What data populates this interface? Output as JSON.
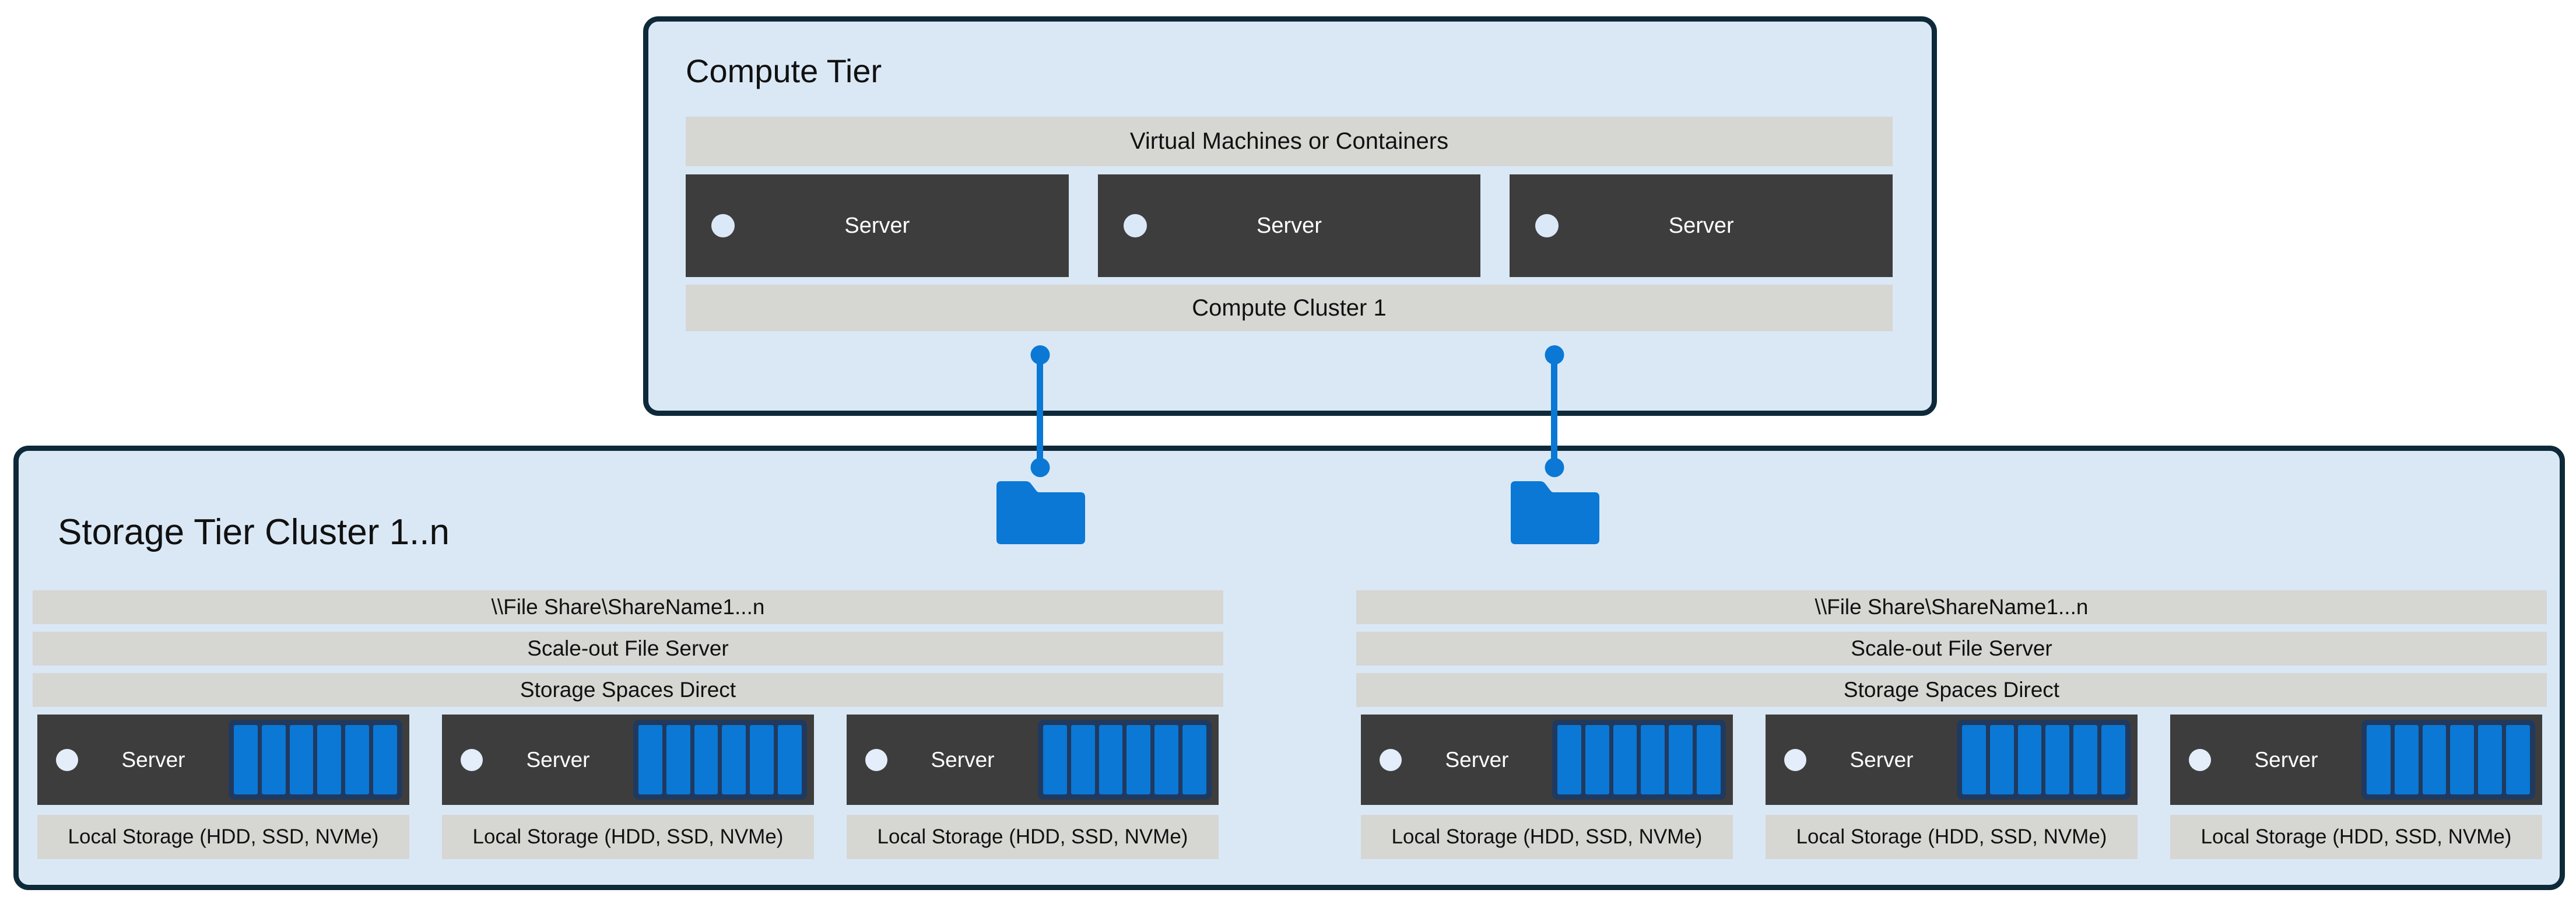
{
  "colors": {
    "canvas_bg": "#ffffff",
    "tier_fill": "#dae8f6",
    "tier_border": "#0e2a3a",
    "gray_bar_fill": "#d6d6d3",
    "server_fill": "#3d3d3d",
    "accent_blue": "#0a78d4",
    "disk_frame_navy": "#20395f",
    "node_dot": "#dbe8f7"
  },
  "compute": {
    "title": "Compute Tier",
    "vm_bar": "Virtual Machines or Containers",
    "cluster_bar": "Compute Cluster 1",
    "servers": [
      {
        "label": "Server"
      },
      {
        "label": "Server"
      },
      {
        "label": "Server"
      }
    ]
  },
  "connectors": {
    "count": 2,
    "endpoint_icon": "folder-icon"
  },
  "storage": {
    "title": "Storage Tier Cluster 1..n",
    "groups": [
      {
        "file_share": "\\\\File Share\\ShareName1...n",
        "sofs": "Scale-out File Server",
        "s2d": "Storage Spaces Direct",
        "servers": [
          {
            "label": "Server",
            "disks": 6
          },
          {
            "label": "Server",
            "disks": 6
          },
          {
            "label": "Server",
            "disks": 6
          }
        ],
        "local_storage": [
          "Local Storage (HDD, SSD, NVMe)",
          "Local Storage (HDD, SSD, NVMe)",
          "Local Storage (HDD, SSD, NVMe)"
        ]
      },
      {
        "file_share": "\\\\File Share\\ShareName1...n",
        "sofs": "Scale-out File Server",
        "s2d": "Storage Spaces Direct",
        "servers": [
          {
            "label": "Server",
            "disks": 6
          },
          {
            "label": "Server",
            "disks": 6
          },
          {
            "label": "Server",
            "disks": 6
          }
        ],
        "local_storage": [
          "Local Storage (HDD, SSD, NVMe)",
          "Local Storage (HDD, SSD, NVMe)",
          "Local Storage (HDD, SSD, NVMe)"
        ]
      }
    ]
  }
}
